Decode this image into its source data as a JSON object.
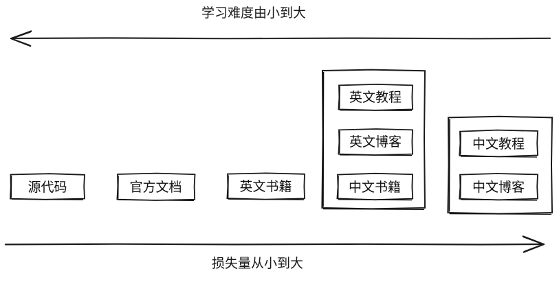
{
  "diagram": {
    "type": "hand-drawn-axis-diagram",
    "background_color": "#ffffff",
    "stroke_color": "#1a1a1a",
    "top_axis": {
      "label": "学习难度由小到大",
      "direction": "left",
      "arrow_icon": "arrow-left-icon"
    },
    "bottom_axis": {
      "label": "损失量从小到大",
      "direction": "right",
      "arrow_icon": "arrow-right-icon"
    },
    "items": [
      {
        "id": "source-code",
        "label": "源代码"
      },
      {
        "id": "official-docs",
        "label": "官方文档"
      },
      {
        "id": "english-books",
        "label": "英文书籍"
      },
      {
        "id": "english-tutorials",
        "label": "英文教程"
      },
      {
        "id": "english-blogs",
        "label": "英文博客"
      },
      {
        "id": "chinese-books",
        "label": "中文书籍"
      },
      {
        "id": "chinese-tutorials",
        "label": "中文教程"
      },
      {
        "id": "chinese-blogs",
        "label": "中文博客"
      }
    ],
    "groups": [
      {
        "id": "group-english-mid",
        "members": [
          "英文教程",
          "英文博客",
          "中文书籍"
        ]
      },
      {
        "id": "group-chinese",
        "members": [
          "中文教程",
          "中文博客"
        ]
      }
    ]
  }
}
